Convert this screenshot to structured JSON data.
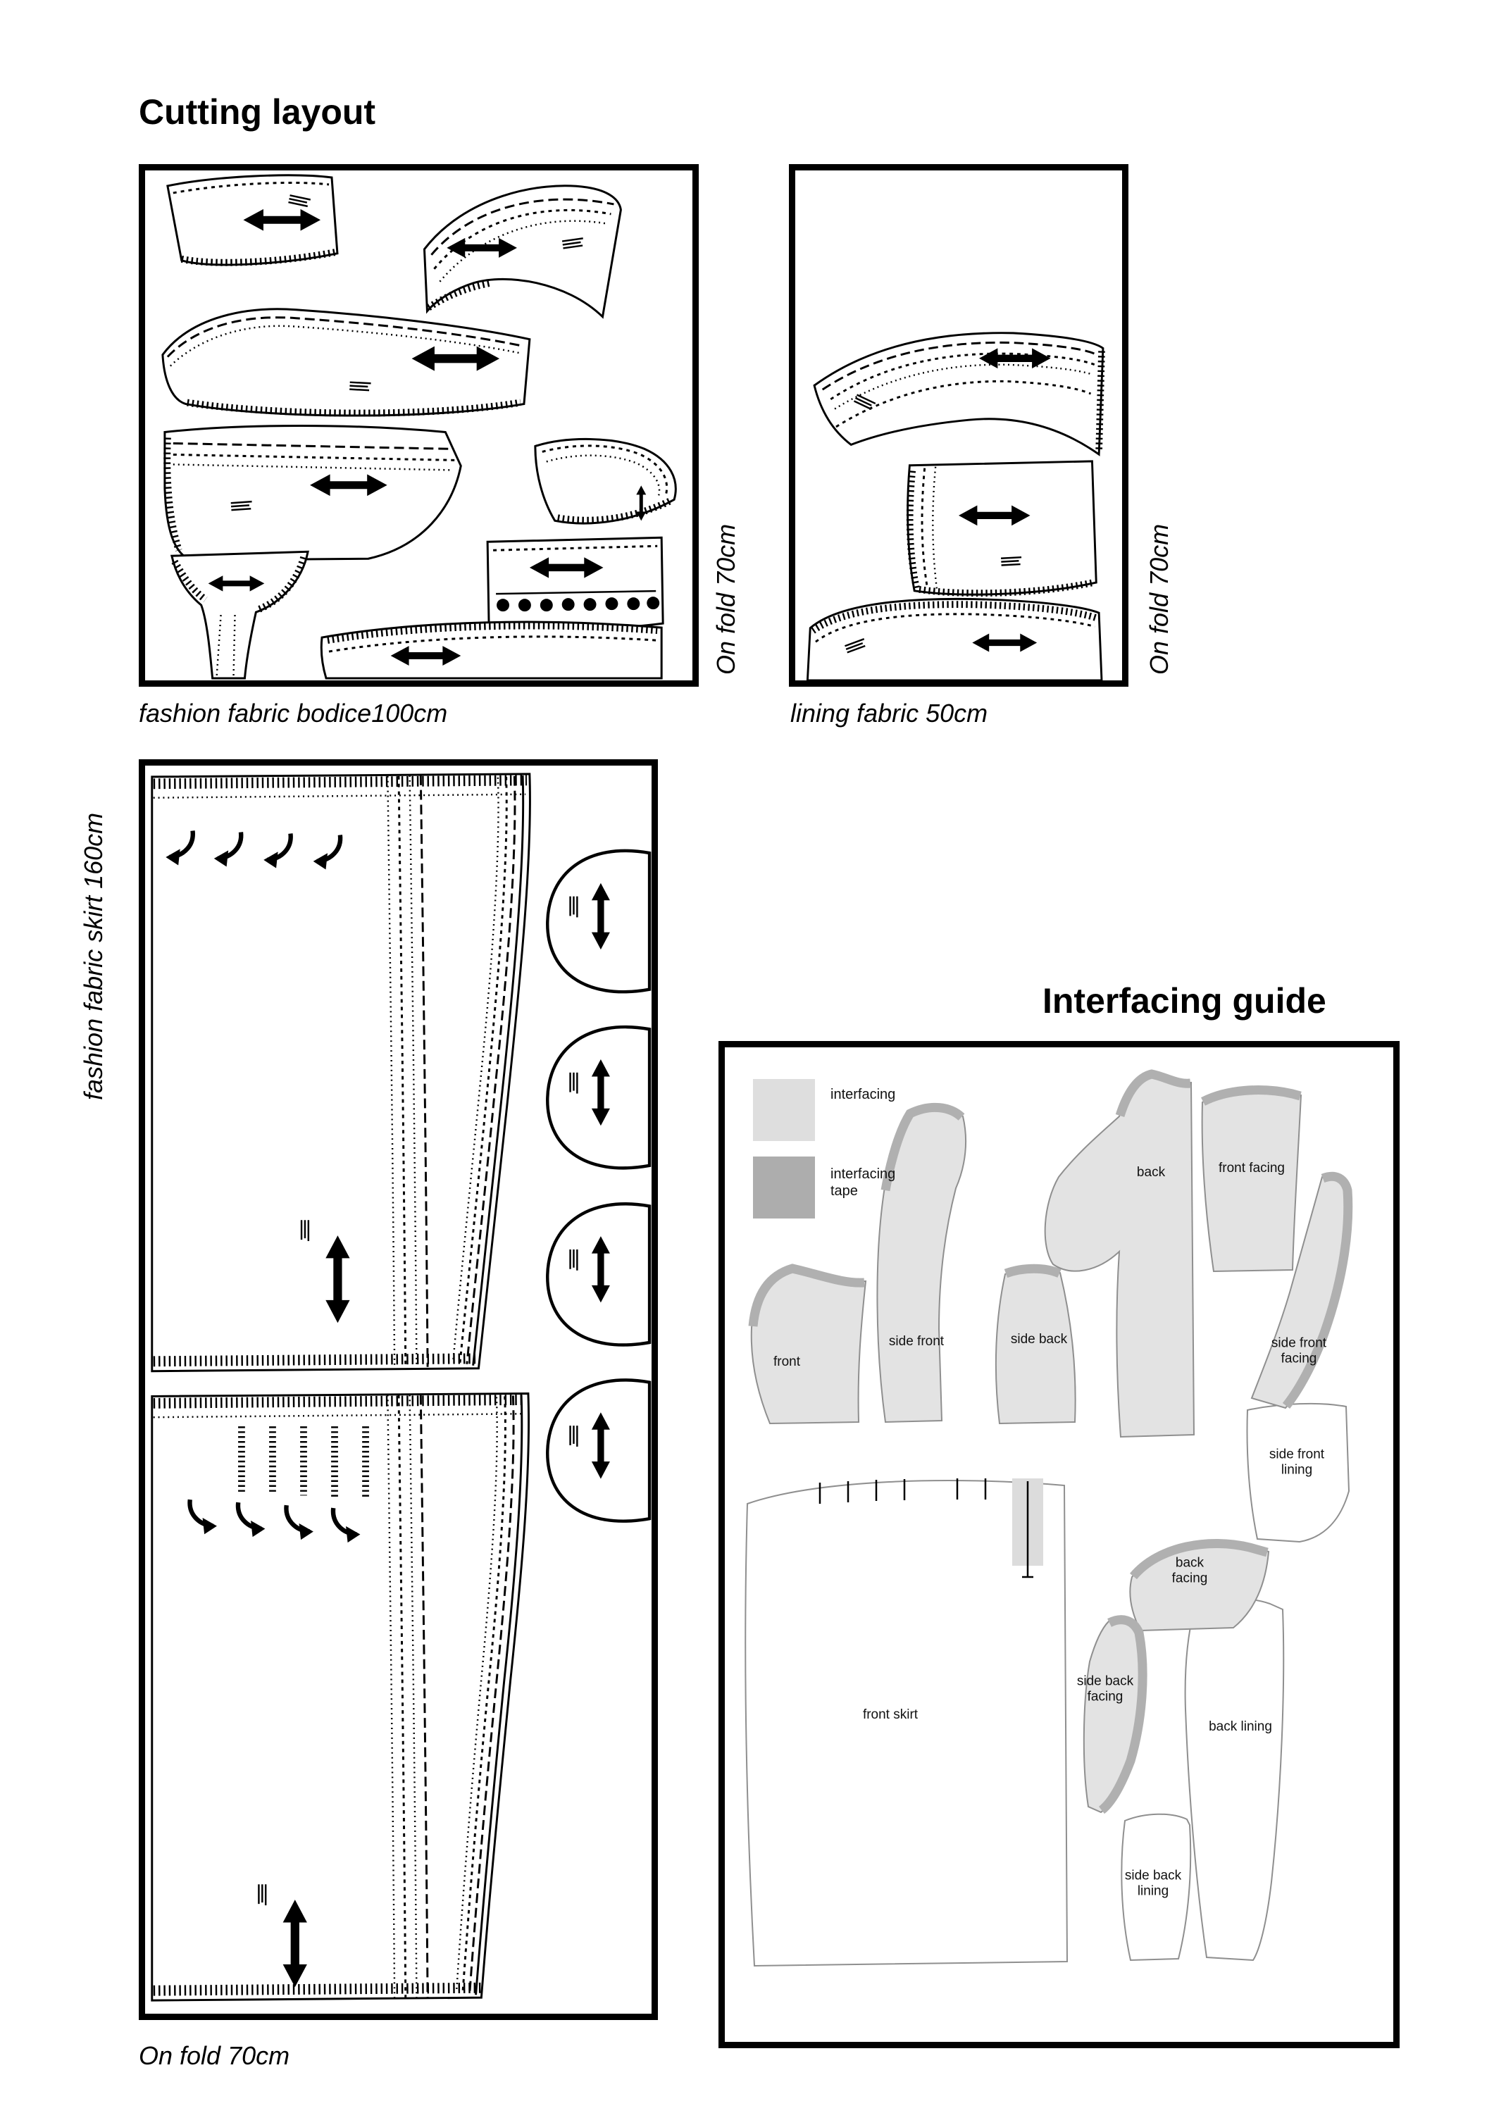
{
  "headings": {
    "cutting_layout": "Cutting layout",
    "interfacing_guide": "Interfacing guide"
  },
  "cutting_layout": {
    "bodice": {
      "caption": "fashion fabric bodice100cm",
      "fold_label": "On fold 70cm"
    },
    "lining": {
      "caption": "lining fabric 50cm",
      "fold_label": "On fold 70cm"
    },
    "skirt": {
      "side_label": "fashion fabric skirt 160cm",
      "fold_label": "On fold 70cm"
    }
  },
  "interfacing_guide": {
    "legend": {
      "interfacing": {
        "label": "interfacing",
        "color": "#dedede"
      },
      "interfacing_tape": {
        "label": "interfacing tape",
        "color": "#adadad"
      }
    },
    "pieces": {
      "front": "front",
      "side_front": "side front",
      "side_back": "side back",
      "back": "back",
      "front_facing": "front facing",
      "side_front_facing": "side front facing",
      "side_front_lining": "side front lining",
      "front_skirt": "front skirt",
      "back_facing": "back facing",
      "side_back_facing": "side back facing",
      "back_lining": "back lining",
      "side_back_lining": "side back lining"
    }
  }
}
